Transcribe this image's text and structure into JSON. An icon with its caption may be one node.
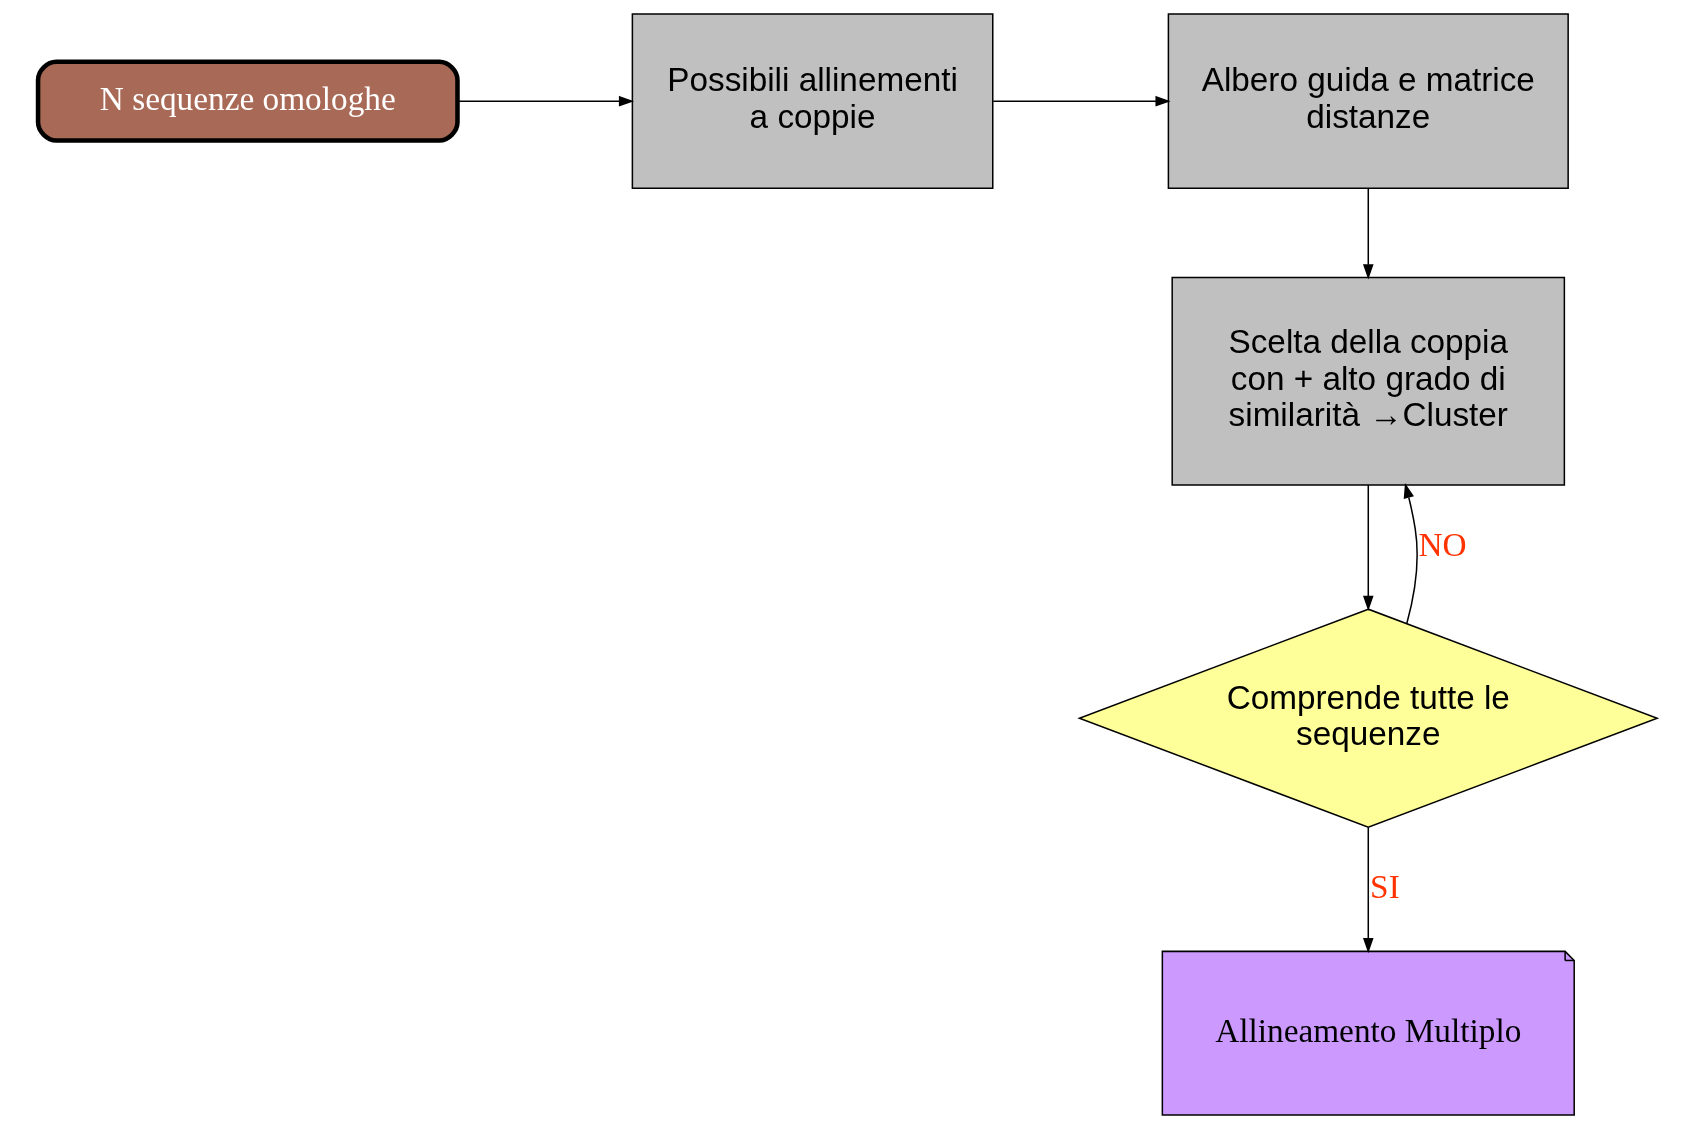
{
  "diagram": {
    "nodes": [
      {
        "text": [
          "N sequenze omologhe"
        ]
      },
      {
        "text": [
          "Possibili allinementi a coppie"
        ]
      },
      {
        "text": [
          "Albero guida e matrice distanze"
        ]
      },
      {
        "text": [
          "Scelta della coppia con + alto grado di similarità →Cluster"
        ]
      },
      {
        "text": [
          "Comprende tutte le sequenze"
        ]
      },
      {
        "text": [
          "Allineamento Multiplo"
        ]
      }
    ],
    "edges": [
      {
        "from": 0,
        "to": 1,
        "arrow": "to"
      },
      {
        "from": 1,
        "to": 2,
        "arrow": "to"
      },
      {
        "from": 2,
        "to": 3,
        "arrow": "to"
      },
      {
        "from": 3,
        "to": 4,
        "arrow": "to"
      },
      {
        "from": 4,
        "to": 3,
        "arrow": "to",
        "label": "NO"
      },
      {
        "from": 4,
        "to": 5,
        "arrow": "to",
        "label": "SI"
      }
    ]
  }
}
